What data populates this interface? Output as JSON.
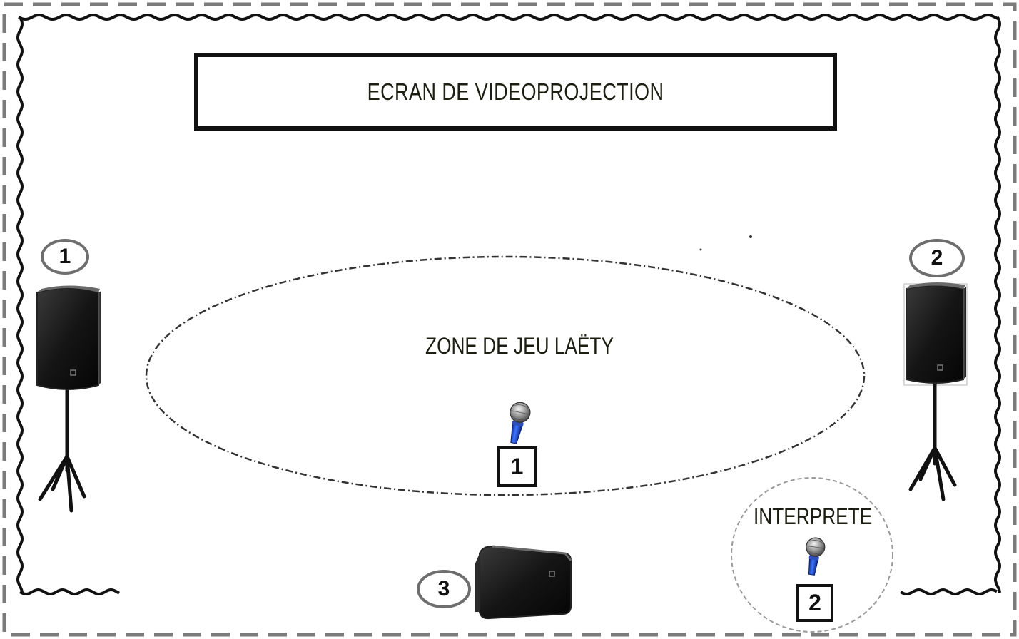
{
  "screen": {
    "label": "ECRAN DE VIDEOPROJECTION"
  },
  "play_zone": {
    "label": "ZONE DE JEU LAËTY"
  },
  "interpreter_zone": {
    "label": "INTERPRETE"
  },
  "speakers": [
    {
      "number": "1",
      "icon": "tripod-speaker-icon"
    },
    {
      "number": "2",
      "icon": "tripod-speaker-icon"
    },
    {
      "number": "3",
      "icon": "floor-monitor-icon"
    }
  ],
  "microphones": [
    {
      "number": "1",
      "icon": "microphone-icon",
      "color": "#1e4fd8"
    },
    {
      "number": "2",
      "icon": "microphone-icon",
      "color": "#1e4fd8"
    }
  ],
  "colors": {
    "border": "#7a7a7a",
    "ink": "#111111",
    "mic_blue": "#1e4fd8"
  }
}
